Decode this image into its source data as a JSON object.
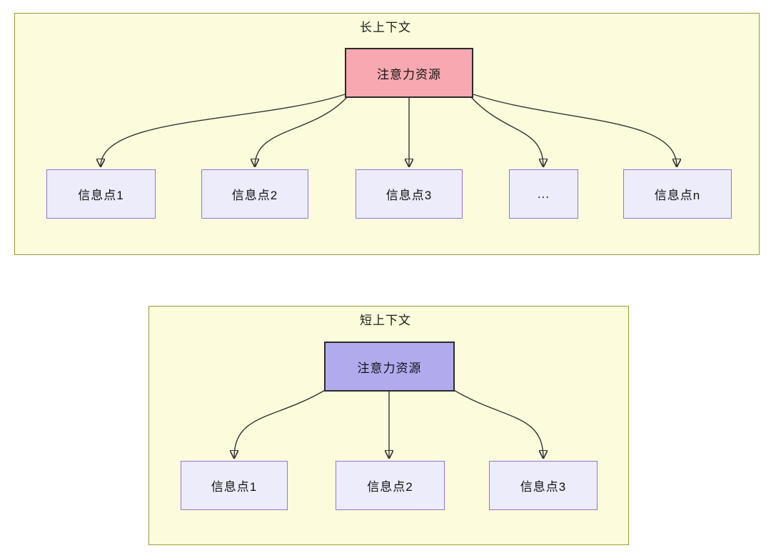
{
  "diagram": {
    "type": "attention-fanout-comparison",
    "colors": {
      "panel_fill": "#FCFCDC",
      "panel_border": "#9A9A33",
      "attention_long_fill": "#F7A8B0",
      "attention_short_fill": "#B1ABEE",
      "attention_border": "#2B2B2B",
      "info_fill": "#ECECFB",
      "info_border": "#9673D6",
      "arrow": "#333333",
      "text": "#111111"
    },
    "long_context": {
      "title": "长上下文",
      "attention": "注意力资源",
      "info_points": [
        "信息点1",
        "信息点2",
        "信息点3",
        "...",
        "信息点n"
      ]
    },
    "short_context": {
      "title": "短上下文",
      "attention": "注意力资源",
      "info_points": [
        "信息点1",
        "信息点2",
        "信息点3"
      ]
    }
  }
}
